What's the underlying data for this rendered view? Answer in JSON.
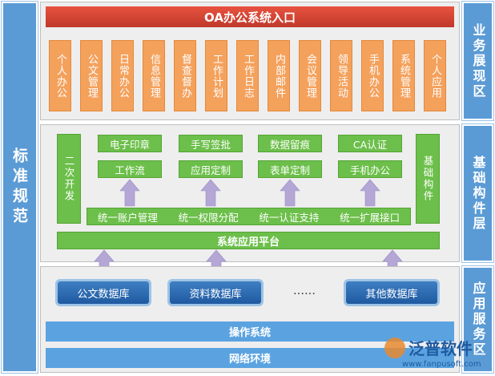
{
  "left_label": "标准规范",
  "right_labels": [
    "业务展现区",
    "基础构件层",
    "应用服务区"
  ],
  "top": {
    "title": "OA办公系统入口",
    "modules": [
      "个人办公",
      "公文管理",
      "日常办公",
      "信息管理",
      "督查督办",
      "工作计划",
      "工作日志",
      "内部邮件",
      "会议管理",
      "领导活动",
      "手机办公",
      "系统管理",
      "个人应用"
    ]
  },
  "middle": {
    "left_side": "二次开发",
    "right_side": "基础构件",
    "components_top": [
      "电子印章",
      "手写签批",
      "数据留痕",
      "CA认证"
    ],
    "components_bottom": [
      "工作流",
      "应用定制",
      "表单定制",
      "手机办公"
    ],
    "unified": [
      "统一账户管理",
      "统一权限分配",
      "统一认证支持",
      "统一扩展接口"
    ],
    "platform": "系统应用平台"
  },
  "bottom": {
    "databases": [
      "公文数据库",
      "资料数据库",
      "其他数据库"
    ],
    "ellipsis": "……",
    "os": "操作系统",
    "network": "网络环境"
  },
  "watermark": {
    "brand": "泛普软件",
    "url": "www.fanpusoft.com"
  },
  "colors": {
    "red": "#d9432f",
    "orange": "#f4a15c",
    "green": "#6cbf4a",
    "blue_dark": "#2e6db4",
    "blue_light": "#5b9bd5",
    "arrow": "#b4a7d6"
  }
}
